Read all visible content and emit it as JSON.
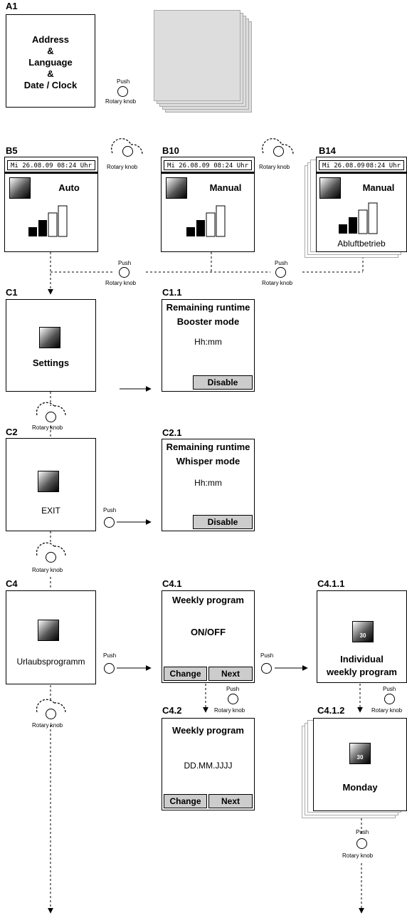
{
  "labels": {
    "a1": "A1",
    "b5": "B5",
    "b10": "B10",
    "b14": "B14",
    "c1": "C1",
    "c1_1": "C1.1",
    "c2": "C2",
    "c2_1": "C2.1",
    "c4": "C4",
    "c4_1": "C4.1",
    "c4_1_1": "C4.1.1",
    "c4_2": "C4.2",
    "c4_1_2": "C4.1.2"
  },
  "a1": {
    "line1": "Address",
    "line2": "&",
    "line3": "Language",
    "line4": "&",
    "line5": "Date / Clock"
  },
  "status": {
    "date": "Mi 26.08.09",
    "time": "08:24 Uhr"
  },
  "b5": {
    "mode": "Auto"
  },
  "b10": {
    "mode": "Manual"
  },
  "b14": {
    "mode": "Manual",
    "sub": "Abluftbetrieb"
  },
  "c1": {
    "label": "Settings"
  },
  "c1_1": {
    "title1": "Remaining runtime",
    "title2": "Booster mode",
    "value": "Hh:mm",
    "button": "Disable"
  },
  "c2": {
    "label": "EXIT"
  },
  "c2_1": {
    "title1": "Remaining runtime",
    "title2": "Whisper mode",
    "value": "Hh:mm",
    "button": "Disable"
  },
  "c4": {
    "label": "Urlaubsprogramm"
  },
  "c4_1": {
    "title": "Weekly program",
    "value": "ON/OFF",
    "btn_left": "Change",
    "btn_right": "Next"
  },
  "c4_2": {
    "title": "Weekly program",
    "value": "DD.MM.JJJJ",
    "btn_left": "Change",
    "btn_right": "Next"
  },
  "c4_1_1": {
    "line1": "Individual",
    "line2": "weekly program",
    "badge": "30"
  },
  "c4_1_2": {
    "label": "Monday",
    "badge": "30"
  },
  "knob": {
    "push": "Push",
    "rotary": "Rotary knob"
  }
}
